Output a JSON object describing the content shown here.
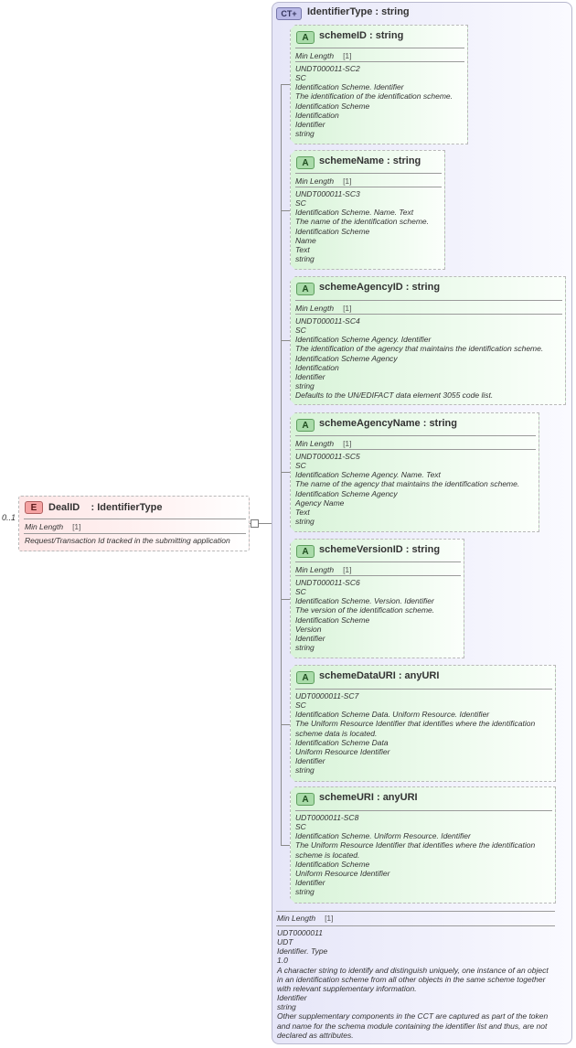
{
  "element": {
    "badge": "E",
    "name": "DealID",
    "type": ": IdentifierType",
    "occurrence": "0..1",
    "facet_label": "Min Length",
    "facet_value": "[1]",
    "doc": "Request/Transaction Id tracked in the submitting application"
  },
  "complex_type": {
    "badge": "CT",
    "title": "IdentifierType : string",
    "facet_label": "Min Length",
    "facet_value": "[1]",
    "doc": [
      "UDT0000011",
      "UDT",
      "Identifier. Type",
      "1.0",
      "A character string to identify and distinguish uniquely, one instance of an object in an identification scheme from all other objects in the same scheme together with relevant supplementary information.",
      "Identifier",
      "string",
      "Other supplementary components in the CCT are captured as part of the token and name for the schema module containing the identifier list and thus, are not declared as attributes."
    ]
  },
  "attributes": [
    {
      "badge": "A",
      "title": "schemeID : string",
      "facet_label": "Min Length",
      "facet_value": "[1]",
      "doc": [
        "UNDT000011-SC2",
        "SC",
        "Identification Scheme. Identifier",
        "The identification of the identification scheme.",
        "Identification Scheme",
        "Identification",
        "Identifier",
        "string"
      ]
    },
    {
      "badge": "A",
      "title": "schemeName : string",
      "facet_label": "Min Length",
      "facet_value": "[1]",
      "doc": [
        "UNDT000011-SC3",
        "SC",
        "Identification Scheme. Name. Text",
        "The name of the identification scheme.",
        "Identification Scheme",
        "Name",
        "Text",
        "string"
      ]
    },
    {
      "badge": "A",
      "title": "schemeAgencyID : string",
      "facet_label": "Min Length",
      "facet_value": "[1]",
      "doc": [
        "UNDT000011-SC4",
        "SC",
        "Identification Scheme Agency. Identifier",
        "The identification of the agency that maintains the identification scheme.",
        "Identification Scheme Agency",
        "Identification",
        "Identifier",
        "string",
        "Defaults to the UN/EDIFACT data element 3055 code list."
      ]
    },
    {
      "badge": "A",
      "title": "schemeAgencyName : string",
      "facet_label": "Min Length",
      "facet_value": "[1]",
      "doc": [
        "UNDT000011-SC5",
        "SC",
        "Identification Scheme Agency. Name. Text",
        "The name of the agency that maintains the identification scheme.",
        "Identification Scheme Agency",
        "Agency Name",
        "Text",
        "string"
      ]
    },
    {
      "badge": "A",
      "title": "schemeVersionID : string",
      "facet_label": "Min Length",
      "facet_value": "[1]",
      "doc": [
        "UNDT000011-SC6",
        "SC",
        "Identification Scheme. Version. Identifier",
        "The version of the identification scheme.",
        "Identification Scheme",
        "Version",
        "Identifier",
        "string"
      ]
    },
    {
      "badge": "A",
      "title": "schemeDataURI : anyURI",
      "doc": [
        "UDT0000011-SC7",
        "SC",
        "Identification Scheme Data. Uniform Resource. Identifier",
        "The Uniform Resource Identifier that identifies where the identification",
        "scheme data is located.",
        "Identification Scheme Data",
        "Uniform Resource Identifier",
        "Identifier",
        "string"
      ]
    },
    {
      "badge": "A",
      "title": "schemeURI : anyURI",
      "doc": [
        "UDT0000011-SC8",
        "SC",
        "Identification Scheme. Uniform Resource. Identifier",
        "The Uniform Resource Identifier that identifies where the identification",
        "scheme is located.",
        "Identification Scheme",
        "Uniform Resource Identifier",
        "Identifier",
        "string"
      ]
    }
  ]
}
